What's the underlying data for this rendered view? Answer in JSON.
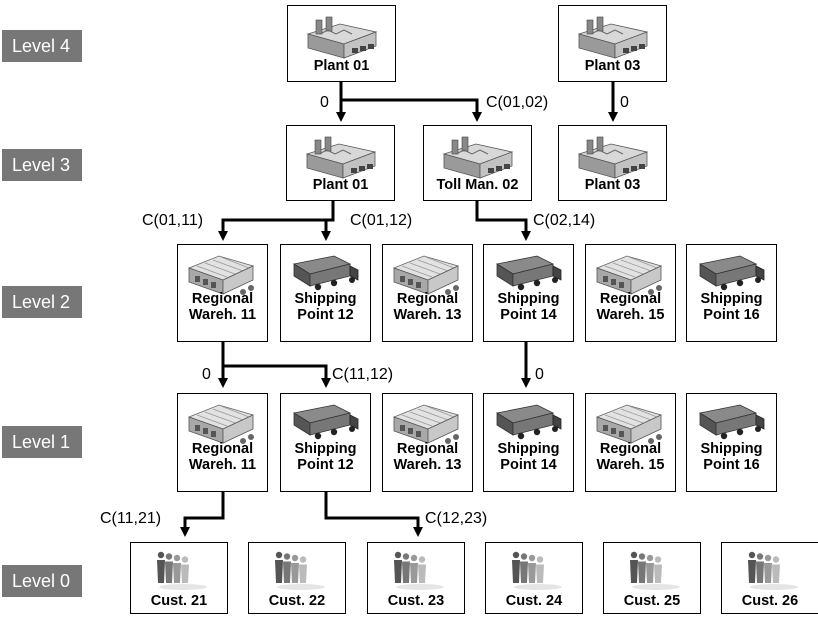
{
  "levels": [
    "Level 4",
    "Level 3",
    "Level 2",
    "Level 1",
    "Level 0"
  ],
  "nodes": {
    "l4_plant01": {
      "lines": [
        "Plant 01"
      ],
      "icon": "plant-icon"
    },
    "l4_plant03": {
      "lines": [
        "Plant 03"
      ],
      "icon": "plant-icon"
    },
    "l3_plant01": {
      "lines": [
        "Plant 01"
      ],
      "icon": "plant-icon"
    },
    "l3_toll02": {
      "lines": [
        "Toll Man. 02"
      ],
      "icon": "plant-icon"
    },
    "l3_plant03": {
      "lines": [
        "Plant 03"
      ],
      "icon": "plant-icon"
    },
    "l2": [
      {
        "lines": [
          "Regional",
          "Wareh. 11"
        ],
        "icon": "warehouse-icon"
      },
      {
        "lines": [
          "Shipping",
          "Point 12"
        ],
        "icon": "truck-icon"
      },
      {
        "lines": [
          "Regional",
          "Wareh. 13"
        ],
        "icon": "warehouse-icon"
      },
      {
        "lines": [
          "Shipping",
          "Point 14"
        ],
        "icon": "truck-icon"
      },
      {
        "lines": [
          "Regional",
          "Wareh. 15"
        ],
        "icon": "warehouse-icon"
      },
      {
        "lines": [
          "Shipping",
          "Point 16"
        ],
        "icon": "truck-icon"
      }
    ],
    "l1": [
      {
        "lines": [
          "Regional",
          "Wareh. 11"
        ],
        "icon": "warehouse-icon"
      },
      {
        "lines": [
          "Shipping",
          "Point 12"
        ],
        "icon": "truck-icon"
      },
      {
        "lines": [
          "Regional",
          "Wareh. 13"
        ],
        "icon": "warehouse-icon"
      },
      {
        "lines": [
          "Shipping",
          "Point 14"
        ],
        "icon": "truck-icon"
      },
      {
        "lines": [
          "Regional",
          "Wareh. 15"
        ],
        "icon": "warehouse-icon"
      },
      {
        "lines": [
          "Shipping",
          "Point 16"
        ],
        "icon": "truck-icon"
      }
    ],
    "l0": [
      {
        "lines": [
          "Cust. 21"
        ],
        "icon": "customers-icon"
      },
      {
        "lines": [
          "Cust. 22"
        ],
        "icon": "customers-icon"
      },
      {
        "lines": [
          "Cust. 23"
        ],
        "icon": "customers-icon"
      },
      {
        "lines": [
          "Cust. 24"
        ],
        "icon": "customers-icon"
      },
      {
        "lines": [
          "Cust. 25"
        ],
        "icon": "customers-icon"
      },
      {
        "lines": [
          "Cust. 26"
        ],
        "icon": "customers-icon"
      }
    ]
  },
  "edge_labels": {
    "l4p01_to_l3p01": "0",
    "l4p01_to_l3toll02": "C(01,02)",
    "l4p03_to_l3p03": "0",
    "l3p01_to_l2w11": "C(01,11)",
    "l3p01_to_l2sp12": "C(01,12)",
    "l3toll02_to_l2sp14": "C(02,14)",
    "l2w11_to_l1w11": "0",
    "l2w11_to_l1sp12": "C(11,12)",
    "l2sp14_to_l1sp14": "0",
    "l1w11_to_c21": "C(11,21)",
    "l1sp12_to_c23": "C(12,23)"
  },
  "colors": {
    "level_bg": "#777777",
    "level_text": "#ffffff",
    "line": "#000000",
    "icon_gray": "#808080"
  }
}
